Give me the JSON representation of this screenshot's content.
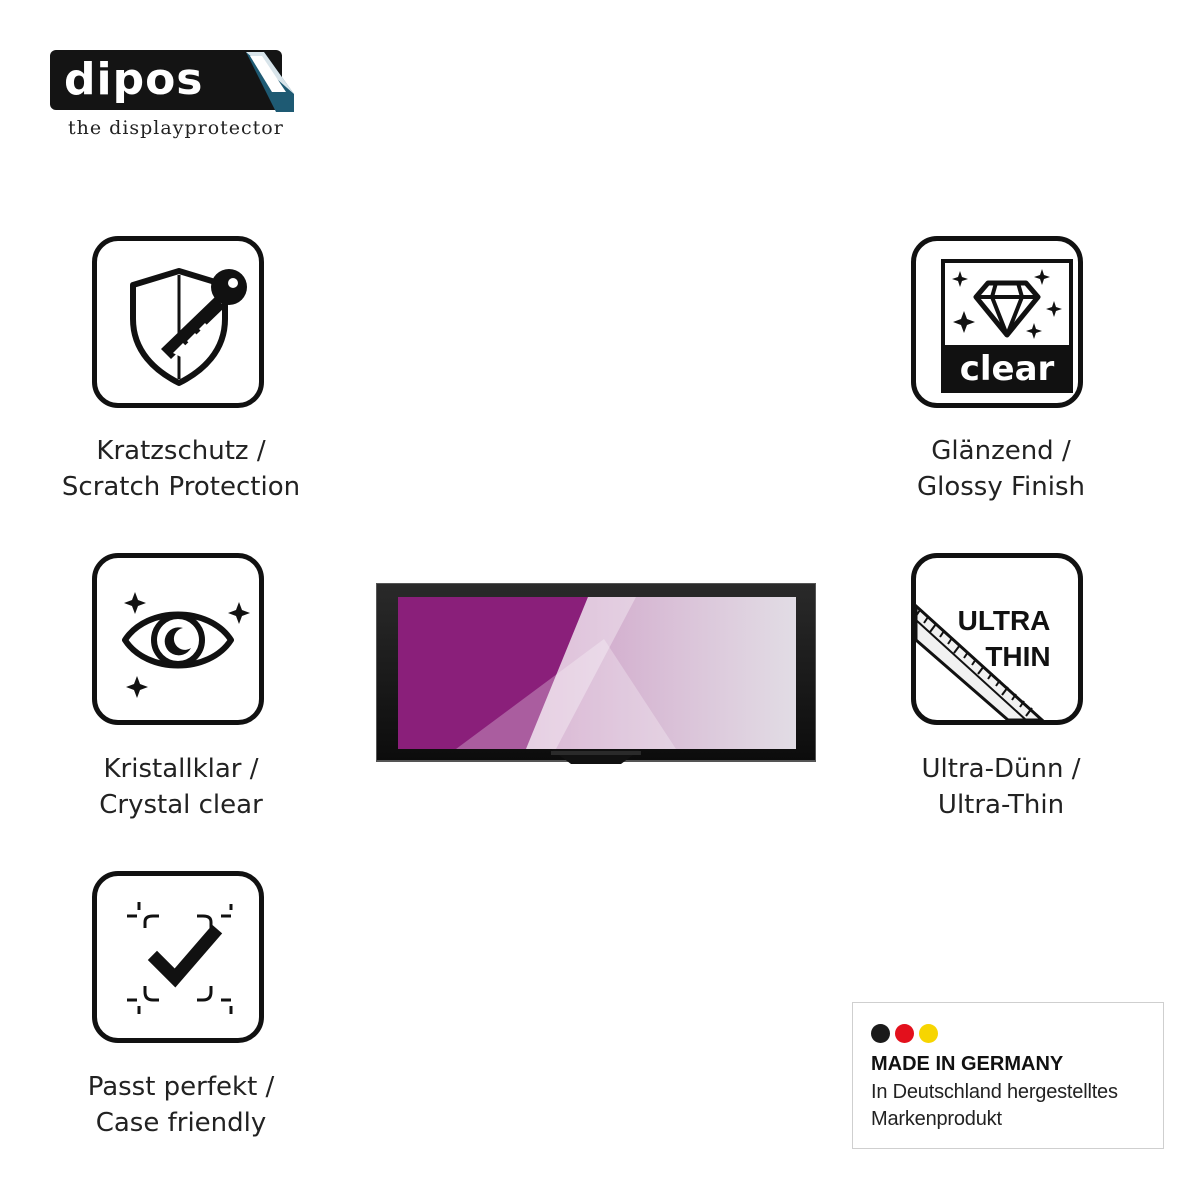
{
  "brand": {
    "name": "dipos",
    "tagline": "the displayprotector"
  },
  "features": [
    {
      "icon": "shield-key-icon",
      "line1": "Kratzschutz /",
      "line2": "Scratch Protection"
    },
    {
      "icon": "eye-sparkle-icon",
      "line1": "Kristallklar /",
      "line2": "Crystal clear"
    },
    {
      "icon": "checkmark-frame-icon",
      "line1": "Passt perfekt /",
      "line2": "Case friendly"
    },
    {
      "icon": "diamond-clear-icon",
      "badge": "clear",
      "line1": "Glänzend /",
      "line2": "Glossy Finish"
    },
    {
      "icon": "ultra-thin-ruler-icon",
      "badge_line1": "ULTRA",
      "badge_line2": "THIN",
      "line1": "Ultra-Dünn /",
      "line2": "Ultra-Thin"
    }
  ],
  "origin": {
    "title": "MADE IN GERMANY",
    "line1": "In Deutschland hergestelltes",
    "line2": "Markenprodukt",
    "flag_colors": [
      "#1a1a1a",
      "#e3101c",
      "#f7d500"
    ]
  },
  "colors": {
    "display_accent": "#8a1f7a"
  }
}
